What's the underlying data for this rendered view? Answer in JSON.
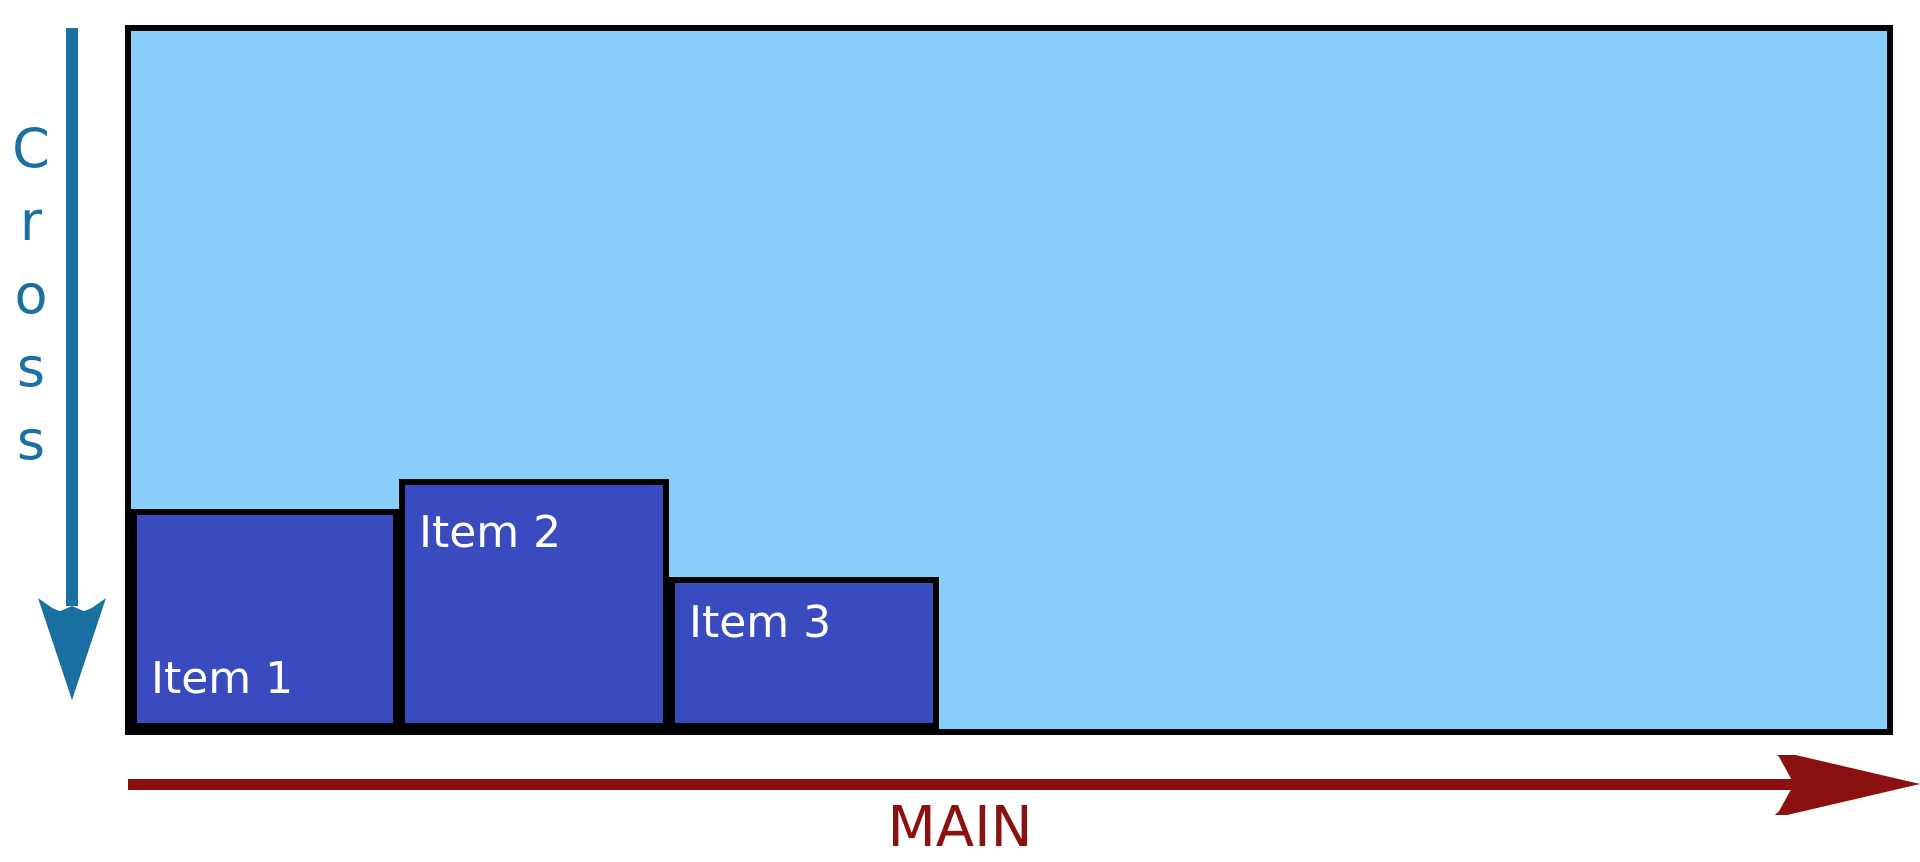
{
  "diagram": {
    "title": "CSS Flexbox axes diagram",
    "background_color": "#FFFFFF"
  },
  "cross_axis": {
    "label": "Cross",
    "letters": [
      "C",
      "r",
      "o",
      "s",
      "s"
    ],
    "color": "#1A6FA3",
    "direction": "down",
    "icon": "down-arrow-icon"
  },
  "main_axis": {
    "label": "MAIN",
    "color": "#8B1111",
    "direction": "right",
    "icon": "right-arrow-icon"
  },
  "container": {
    "fill_color": "#87CEFA",
    "border_color": "#000000",
    "align_items": "flex-end"
  },
  "items": [
    {
      "label": "Item 1",
      "fill_color": "#3A4BC0",
      "border_color": "#000000"
    },
    {
      "label": "Item 2",
      "fill_color": "#3A4BC0",
      "border_color": "#000000"
    },
    {
      "label": "Item 3",
      "fill_color": "#3A4BC0",
      "border_color": "#000000"
    }
  ]
}
